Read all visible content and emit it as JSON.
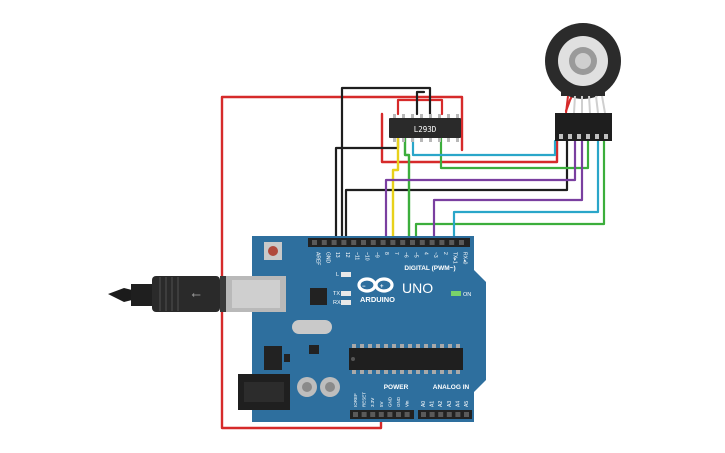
{
  "driver": {
    "label": "L293D"
  },
  "arduino": {
    "brand_text": "ARDUINO",
    "model_text": "UNO",
    "digital_header": "DIGITAL (PWM~)",
    "digital_pins": [
      "AREF",
      "GND",
      "13",
      "12",
      "~11",
      "~10",
      "~9",
      "8",
      "7",
      "~6",
      "~5",
      "4",
      "~3",
      "2",
      "TX▸1",
      "RX◂0"
    ],
    "power_header": "POWER",
    "power_pins": [
      "IOREF",
      "RESET",
      "3.3V",
      "5V",
      "GND",
      "GND",
      "Vin"
    ],
    "analog_header": "ANALOG IN",
    "analog_pins": [
      "A0",
      "A1",
      "A2",
      "A3",
      "A4",
      "A5"
    ],
    "led_l": "L",
    "led_tx": "TX",
    "led_rx": "RX",
    "led_on": "ON"
  },
  "colors": {
    "board": "#2e6f9e",
    "board_dark": "#1f5b86",
    "header": "#222222",
    "wire_red": "#d62a2a",
    "wire_black": "#1e1e1e",
    "wire_yellow": "#e8d11a",
    "wire_green": "#3cae3c",
    "wire_purple": "#7a3fa0",
    "wire_blue": "#2aa6c9"
  }
}
